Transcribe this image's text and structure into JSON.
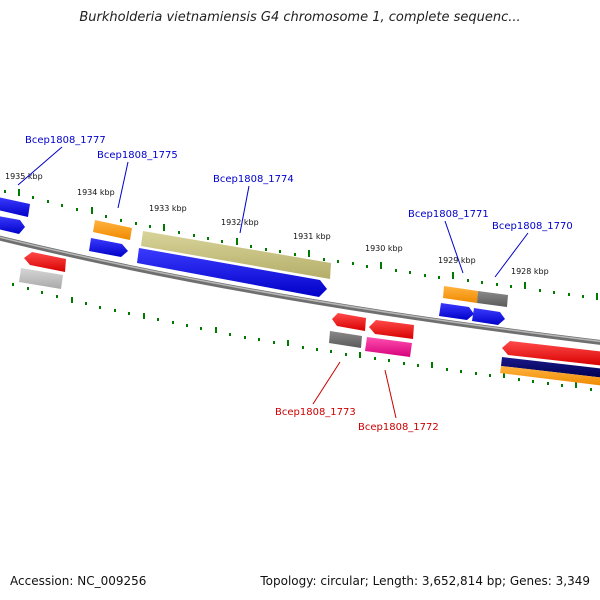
{
  "title": "Burkholderia vietnamiensis G4 chromosome 1, complete sequenc...",
  "footer": {
    "accession": "Accession: NC_009256",
    "summary": "Topology: circular; Length: 3,652,814 bp; Genes: 3,349"
  },
  "kbp_labels": [
    "1935 kbp",
    "1934 kbp",
    "1933 kbp",
    "1932 kbp",
    "1931 kbp",
    "1930 kbp",
    "1929 kbp",
    "1928 kbp"
  ],
  "gene_labels_forward": [
    "Bcep1808_1777",
    "Bcep1808_1775",
    "Bcep1808_1774",
    "Bcep1808_1771",
    "Bcep1808_1770"
  ],
  "gene_labels_reverse": [
    "Bcep1808_1773",
    "Bcep1808_1772"
  ],
  "colors": {
    "forward_label": "#0000cc",
    "reverse_label": "#cc0000",
    "backbone": "#888888",
    "tick": "#007a00"
  }
}
